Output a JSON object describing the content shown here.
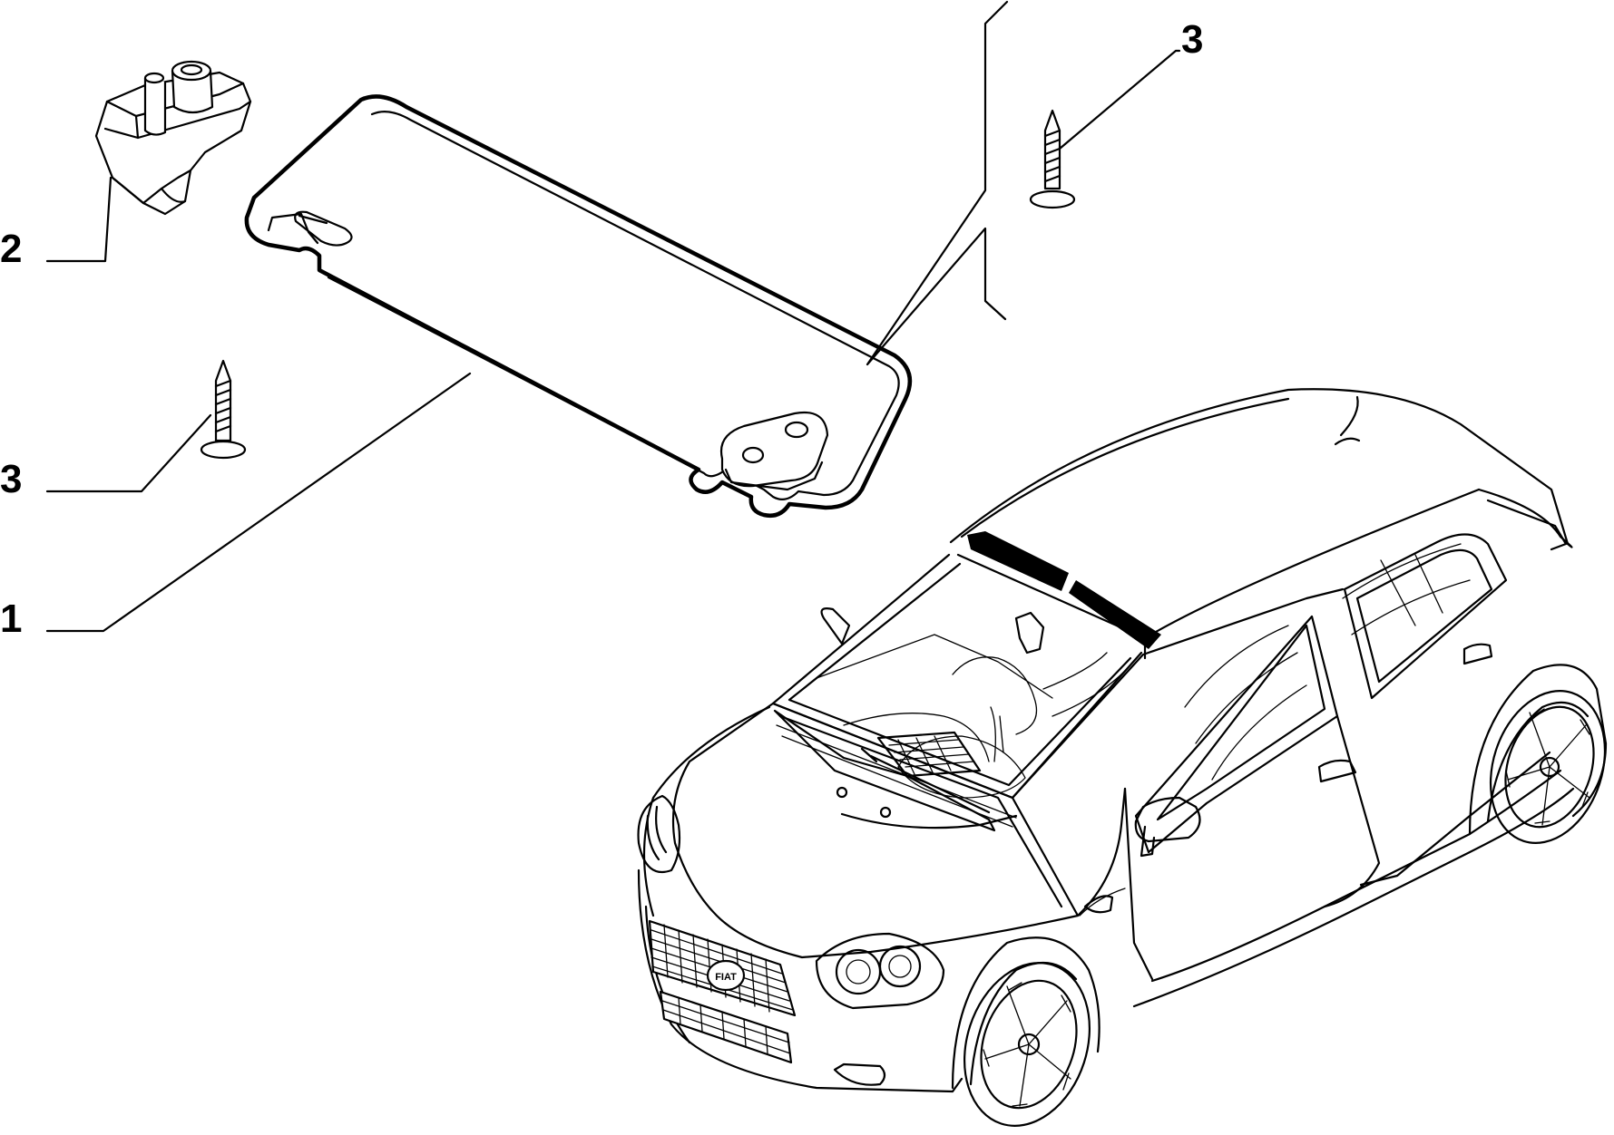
{
  "callouts": [
    {
      "id": "visor",
      "label": "1"
    },
    {
      "id": "bracket",
      "label": "2"
    },
    {
      "id": "screw-left",
      "label": "3"
    },
    {
      "id": "screw-right",
      "label": "3"
    }
  ],
  "car_logo": "FIAT",
  "colors": {
    "line": "#000000",
    "background": "#ffffff",
    "highlight": "#000000"
  },
  "icons": [
    "sun-visor",
    "visor-clip-bracket",
    "self-tapping-screw",
    "fiat-punto-car"
  ]
}
